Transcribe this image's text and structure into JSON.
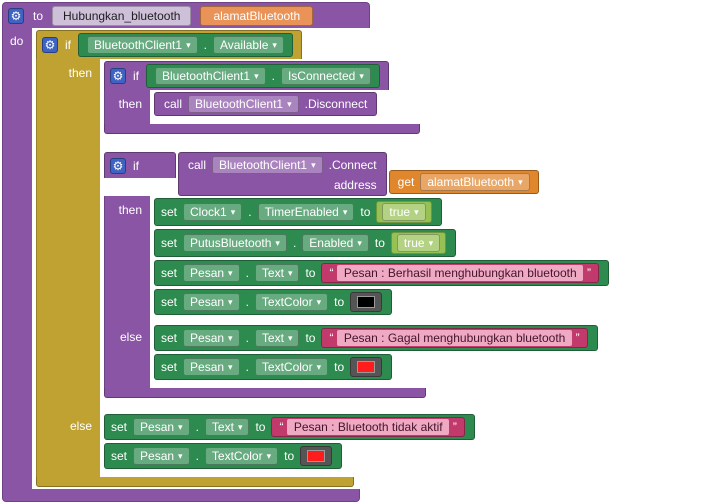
{
  "icons": {
    "gear": "⚙",
    "caret": "▾",
    "quote_open": "“",
    "quote_close": "”"
  },
  "keywords": {
    "to": "to",
    "do": "do",
    "if": "if",
    "then": "then",
    "else": "else",
    "set": "set",
    "assign_to": "to",
    "call": "call",
    "get": "get",
    "dot": ".",
    "address": "address"
  },
  "colors": {
    "procedure_purple": "#8a55a5",
    "control_gold": "#c0a233",
    "setter_green": "#2e8b50",
    "logic_green": "#97c154",
    "text_pink_dark": "#c23a6b",
    "text_pink_light": "#efa9c2",
    "variable_get_orange": "#e0862c",
    "param_orange": "#ea9358",
    "color_block_gray": "#555555",
    "gear_blue": "#3e63c4",
    "canvas_white": "#ffffff"
  },
  "procedure": {
    "name": "Hubungkan_bluetooth",
    "param": "alamatBluetooth"
  },
  "outer_if": {
    "condition": {
      "component": "BluetoothClient1",
      "property": "Available"
    }
  },
  "if_connected": {
    "condition": {
      "component": "BluetoothClient1",
      "property": "IsConnected"
    },
    "call": {
      "component": "BluetoothClient1",
      "method": ".Disconnect"
    }
  },
  "if_connect": {
    "call": {
      "component": "BluetoothClient1",
      "method": ".Connect",
      "arg": {
        "variable": "alamatBluetooth"
      }
    },
    "then_sets": [
      {
        "component": "Clock1",
        "property": "TimerEnabled",
        "value": "true"
      },
      {
        "component": "PutusBluetooth",
        "property": "Enabled",
        "value": "true"
      },
      {
        "component": "Pesan",
        "property": "Text",
        "value": " Pesan : Berhasil menghubungkan bluetooth "
      },
      {
        "component": "Pesan",
        "property": "TextColor",
        "value": "#000000"
      }
    ],
    "else_sets": [
      {
        "component": "Pesan",
        "property": "Text",
        "value": " Pesan : Gagal menghubungkan bluetooth "
      },
      {
        "component": "Pesan",
        "property": "TextColor",
        "value": "#ff1c1c"
      }
    ]
  },
  "outer_else_sets": [
    {
      "component": "Pesan",
      "property": "Text",
      "value": " Pesan : Bluetooth tidak aktif "
    },
    {
      "component": "Pesan",
      "property": "TextColor",
      "value": "#ff1c1c"
    }
  ]
}
